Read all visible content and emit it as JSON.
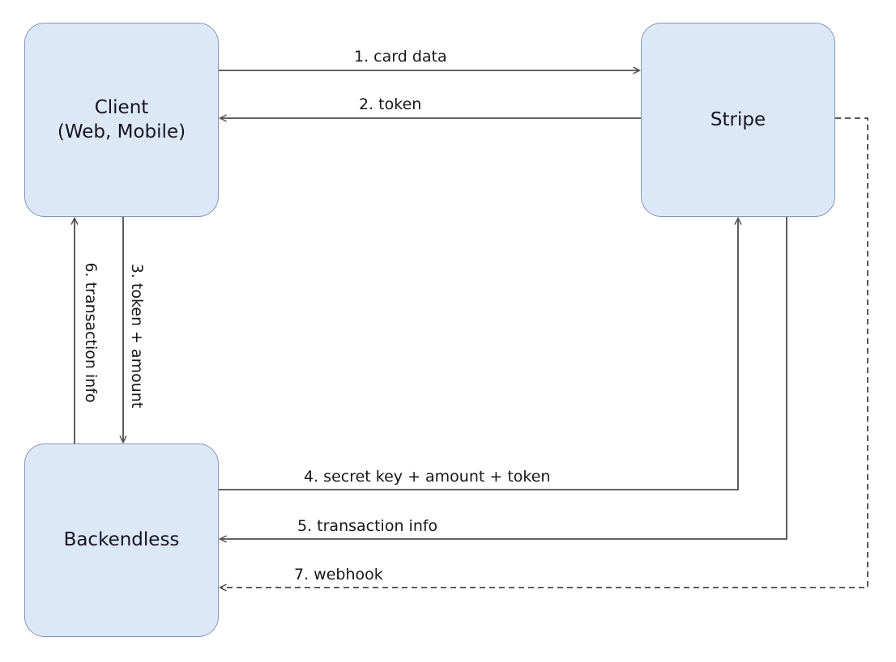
{
  "diagram": {
    "nodes": {
      "client": {
        "line1": "Client",
        "line2": "(Web, Mobile)"
      },
      "stripe": {
        "label": "Stripe"
      },
      "backendless": {
        "label": "Backendless"
      }
    },
    "edges": {
      "e1": {
        "label": "1. card data",
        "from": "Client (Web, Mobile)",
        "to": "Stripe",
        "style": "solid"
      },
      "e2": {
        "label": "2. token",
        "from": "Stripe",
        "to": "Client (Web, Mobile)",
        "style": "solid"
      },
      "e3": {
        "label": "3. token + amount",
        "from": "Client (Web, Mobile)",
        "to": "Backendless",
        "style": "solid"
      },
      "e4": {
        "label": "4. secret key + amount + token",
        "from": "Backendless",
        "to": "Stripe",
        "style": "solid"
      },
      "e5": {
        "label": "5. transaction info",
        "from": "Stripe",
        "to": "Backendless",
        "style": "solid"
      },
      "e6": {
        "label": "6. transaction info",
        "from": "Backendless",
        "to": "Client (Web, Mobile)",
        "style": "solid"
      },
      "e7": {
        "label": "7. webhook",
        "from": "Stripe",
        "to": "Backendless",
        "style": "dashed"
      }
    },
    "colors": {
      "node_fill": "#dce8f8",
      "node_border": "#8497b2",
      "line": "#4d4d4d",
      "text": "#16161d"
    }
  }
}
